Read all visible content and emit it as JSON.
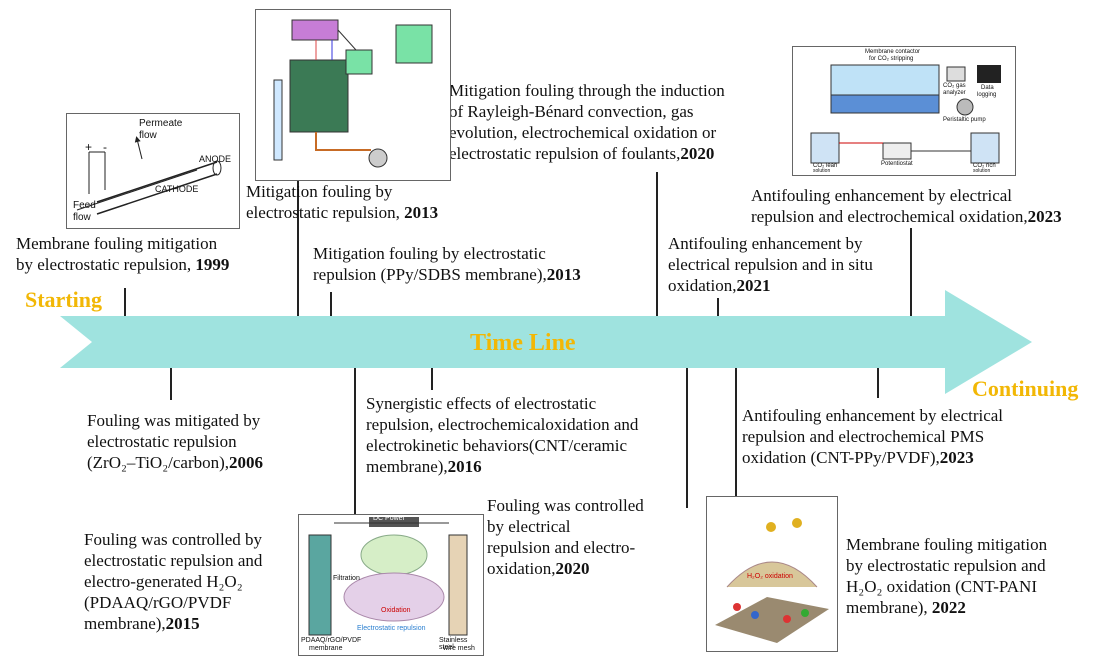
{
  "timeline": {
    "start_label": "Starting",
    "center_label": "Time Line",
    "end_label": "Continuing",
    "arrow_color": "#9fe3df",
    "label_color": "#f2b705"
  },
  "events": [
    {
      "id": "e1999",
      "lines": [
        "Membrane fouling mitigation",
        "by electrostatic repulsion, "
      ],
      "year": "1999"
    },
    {
      "id": "e2013a",
      "lines": [
        "Mitigation fouling by",
        "electrostatic repulsion, "
      ],
      "year": "2013"
    },
    {
      "id": "e2013b",
      "lines": [
        "Mitigation fouling by electrostatic",
        "repulsion (PPy/SDBS membrane),"
      ],
      "year": "2013"
    },
    {
      "id": "e2020a",
      "lines": [
        "Mitigation fouling through the induction",
        "of Rayleigh-Bénard convection, gas",
        "evolution, electrochemical oxidation or",
        "electrostatic repulsion of foulants,"
      ],
      "year": "2020"
    },
    {
      "id": "e2021",
      "lines": [
        "Antifouling enhancement by",
        "electrical repulsion and in situ",
        "oxidation,"
      ],
      "year": "2021"
    },
    {
      "id": "e2023a",
      "lines": [
        "Antifouling enhancement by electrical",
        "repulsion and electrochemical oxidation,"
      ],
      "year": "2023"
    },
    {
      "id": "e2006",
      "lines": [
        "Fouling was mitigated by",
        "electrostatic repulsion",
        "(ZrO₂–TiO₂/carbon),"
      ],
      "year": "2006"
    },
    {
      "id": "e2016",
      "lines": [
        "Synergistic effects of electrostatic",
        "repulsion, electrochemicaloxidation and",
        "electrokinetic behaviors(CNT/ceramic",
        "membrane),"
      ],
      "year": "2016"
    },
    {
      "id": "e2015",
      "lines": [
        "Fouling was controlled by",
        "electrostatic repulsion and",
        "electro-generated H₂O₂",
        "(PDAAQ/rGO/PVDF",
        "membrane),"
      ],
      "year": "2015"
    },
    {
      "id": "e2020b",
      "lines": [
        "Fouling was controlled",
        "by electrical",
        "repulsion and electro-",
        "oxidation,"
      ],
      "year": "2020"
    },
    {
      "id": "e2023b",
      "lines": [
        "Antifouling enhancement by electrical",
        "repulsion and electrochemical PMS",
        "oxidation (CNT-PPy/PVDF),"
      ],
      "year": "2023"
    },
    {
      "id": "e2022",
      "lines": [
        "Membrane fouling mitigation",
        "by electrostatic repulsion and",
        "H₂O₂ oxidation (CNT-PANI",
        "membrane), "
      ],
      "year": "2022"
    }
  ],
  "figures": {
    "f1999": {
      "labels": [
        "Permeate",
        "flow",
        "ANODE",
        "CATHODE",
        "Feed",
        "flow",
        "+",
        "-"
      ]
    },
    "f2015": {
      "labels": [
        "DC Power",
        "PDAAQ/rGO/PVDF",
        "membrane",
        "Electrostatic repulsion",
        "Stainless steel",
        "wire mesh",
        "Filtration",
        "Oxidation"
      ]
    },
    "f2023": {
      "labels": [
        "Membrane contactor",
        "for CO₂ stripping",
        "Data",
        "logging",
        "CO₂ gas",
        "analyzer",
        "Peristaltic pump",
        "Potentiostat",
        "CO₂ lean",
        "solution",
        "CO₂ rich",
        "solution"
      ]
    },
    "f2022": {
      "labels": [
        "H₂O₂ oxidation"
      ]
    }
  }
}
